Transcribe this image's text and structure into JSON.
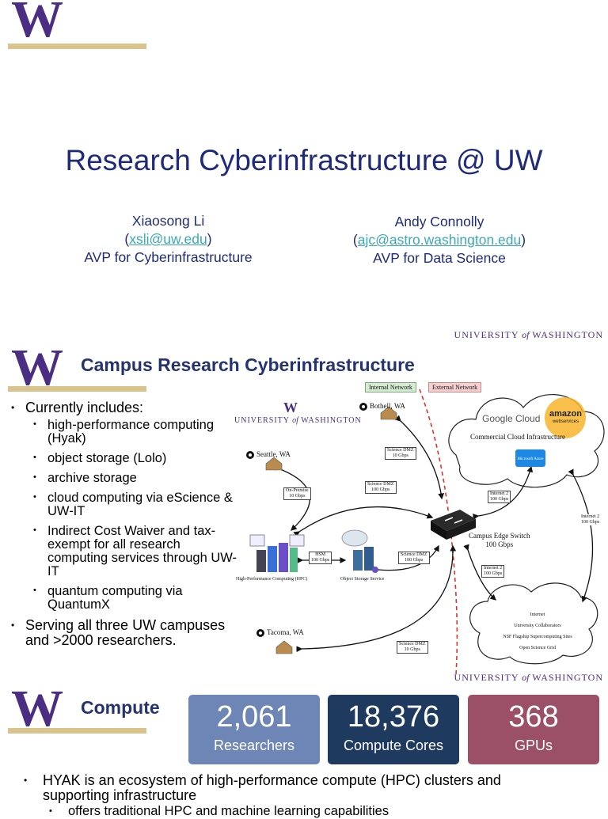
{
  "slide1": {
    "logo": "W",
    "title": "Research Cyberinfrastructure @ UW",
    "presenter_left": {
      "name": "Xiaosong Li",
      "email": "xsli@uw.edu",
      "role": "AVP for Cyberinfrastructure"
    },
    "presenter_right": {
      "name": "Andy Connolly",
      "email": "ajc@astro.washington.edu",
      "role": "AVP for Data Science"
    },
    "wordmark": {
      "pre": "UNIVERSITY ",
      "of": "of",
      "post": " WASHINGTON"
    }
  },
  "slide2": {
    "logo": "W",
    "title": "Campus Research Cyberinfrastructure",
    "bullets": [
      {
        "text": "Currently includes:",
        "sub": [
          "high-performance computing (Hyak)",
          "object storage (Lolo)",
          "archive storage",
          "cloud computing via eScience & UW-IT",
          "Indirect Cost Waiver and tax-exempt for all research computing services through UW-IT",
          "quantum computing via QuantumX"
        ]
      },
      {
        "text": "Serving all three UW campuses and >2000 researchers.",
        "sub": []
      }
    ],
    "diagram": {
      "internal_network": "Internal Network",
      "external_network": "External Network",
      "uw_logo": "W",
      "uw_wordmark": {
        "pre": "UNIVERSITY ",
        "of": "of",
        "post": " WASHINGTON"
      },
      "bothell": "Bothell, WA",
      "seattle": "Seattle, WA",
      "tacoma": "Tacoma, WA",
      "google_cloud": "Google Cloud",
      "amazon": "amazon",
      "amazon_sub": "webservices",
      "azure": "Microsoft Azure",
      "cloud_infra": "Commercial Cloud Infrastructure",
      "edge_switch": "Campus Edge Switch\n100 Gbps",
      "hpc": "High-Performance Computing (HPC)",
      "oss": "Object Storage Service",
      "hsm": "HSM\n100 Gbps",
      "on_premise": "On-Premise\n10 Gbps",
      "dmz_bothell": "Science DMZ\n10 Gbps",
      "dmz_100": "Science DMZ\n100 Gbps",
      "dmz_oss": "Science DMZ\n100 Gbps",
      "dmz_tacoma": "Science DMZ\n10 Gbps",
      "internet2_cloud": "Internet 2\n100 Gbps",
      "internet2_right": "Internet 2\n100 Gbps",
      "internet2_lower": "Internet 2\n100 Gbps",
      "lower_cloud": [
        "Internet",
        "University Collaborators",
        "NSF Flagship Supercomputing Sites",
        "Open Science Grid"
      ]
    },
    "wordmark": {
      "pre": "UNIVERSITY ",
      "of": "of",
      "post": " WASHINGTON"
    }
  },
  "slide3": {
    "logo": "W",
    "title": "Compute",
    "stats": [
      {
        "value": "2,061",
        "label": "Researchers",
        "color": "#6e86b6"
      },
      {
        "value": "18,376",
        "label": "Compute Cores",
        "color": "#1f3a5f"
      },
      {
        "value": "368",
        "label": "GPUs",
        "color": "#9b5068"
      }
    ],
    "bullet": "HYAK is an ecosystem of high-performance compute (HPC) clusters and supporting infrastructure",
    "sub": "offers traditional HPC and machine learning capabilities"
  }
}
